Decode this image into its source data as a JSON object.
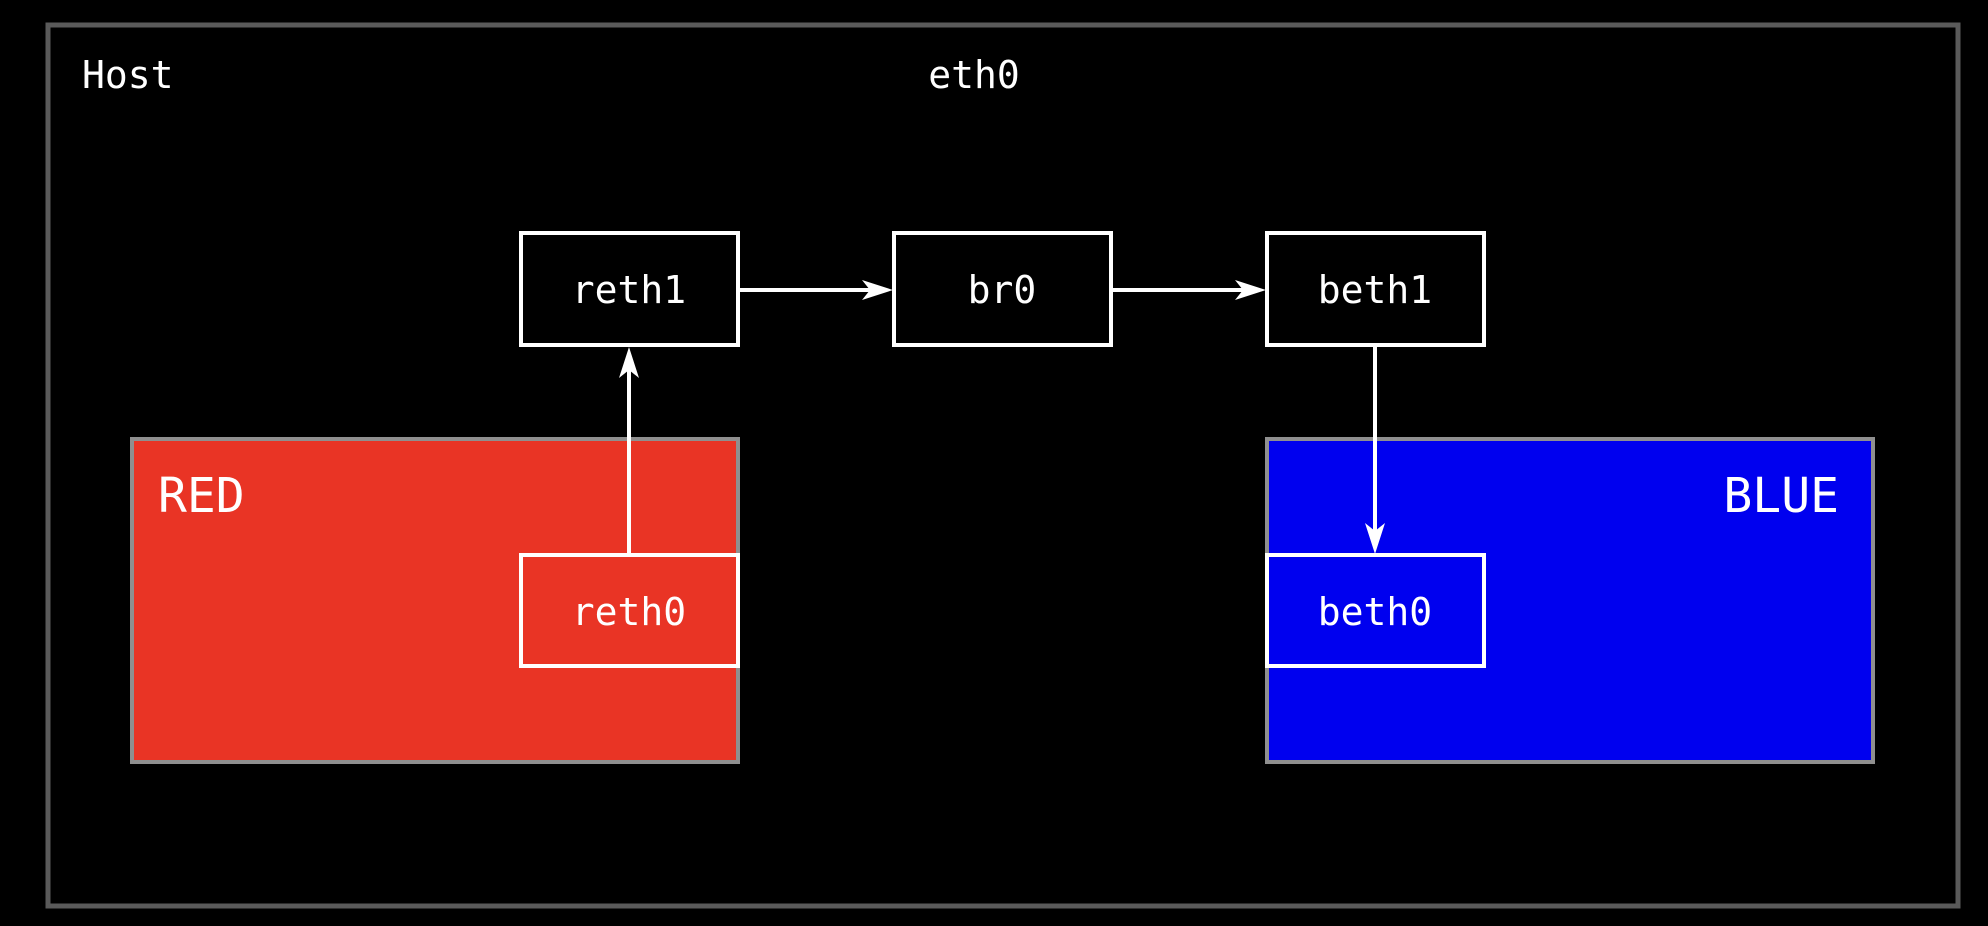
{
  "host": {
    "label": "Host",
    "uplink_label": "eth0"
  },
  "namespaces": {
    "red": {
      "label": "RED",
      "color": "#e93425"
    },
    "blue": {
      "label": "BLUE",
      "color": "#0000ef"
    }
  },
  "interfaces": {
    "reth1": "reth1",
    "br0": "br0",
    "beth1": "beth1",
    "reth0": "reth0",
    "beth0": "beth0"
  },
  "colors": {
    "background": "#000000",
    "line": "#ffffff",
    "host_border": "#5a5a5a",
    "namespace_border": "#8f8f8f"
  }
}
